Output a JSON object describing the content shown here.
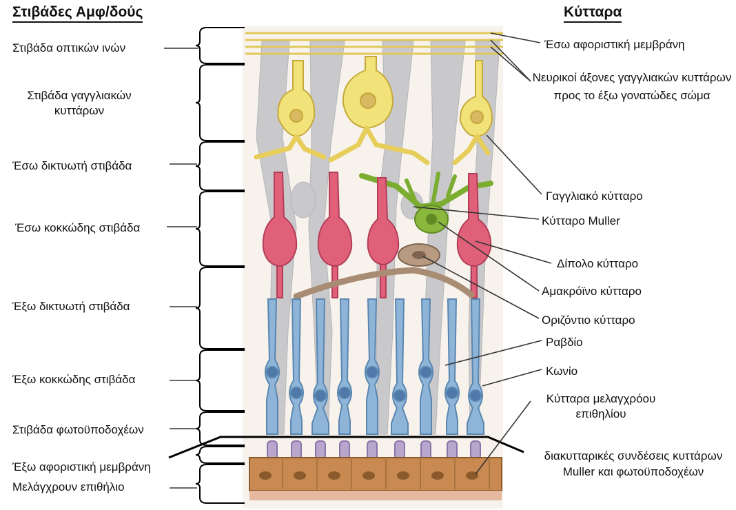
{
  "headings": {
    "layers": "Στιβάδες Αμφ/δούς",
    "cells": "Κύτταρα"
  },
  "layers": [
    "Στιβάδα οπτικών ινών",
    "Στιβάδα γαγγλιακών κυττάρων",
    "Έσω δικτυωτή στιβάδα",
    "Έσω κοκκώδης στιβάδα",
    "Έξω δικτυωτή στιβάδα",
    "Έξω κοκκώδης στιβάδα",
    "Στιβάδα φωτοϋποδοχέων",
    "Έξω  αφοριστική μεμβράνη",
    "Μελάγχρουν επιθήλιο"
  ],
  "cells": [
    "Έσω αφοριστική μεμβράνη",
    "Νευρικοί άξονες γαγγλιακών κυττάρων προς το έξω γονατώδες σώμα",
    "Γαγγλιακό κύτταρο",
    "Κύτταρο Muller",
    "Δίπολο κύτταρο",
    "Αμακρόϊνο κύτταρο",
    "Οριζόντιο κύτταρο",
    "Ραβδίο",
    "Κωνίο",
    "Κύτταρα μελαγχρόου επιθηλίου",
    "διακυτταρικές συνδέσεις κυττάρων Muller και φωτοϋποδοχέων"
  ],
  "colors": {
    "ganglion": "#f2e27a",
    "muller": "#c9c9cc",
    "bipolar": "#e0607a",
    "amacrine": "#8ab83c",
    "horizontal": "#a88c74",
    "photoreceptor": "#8eb4d8",
    "epithelium": "#c88a50"
  }
}
